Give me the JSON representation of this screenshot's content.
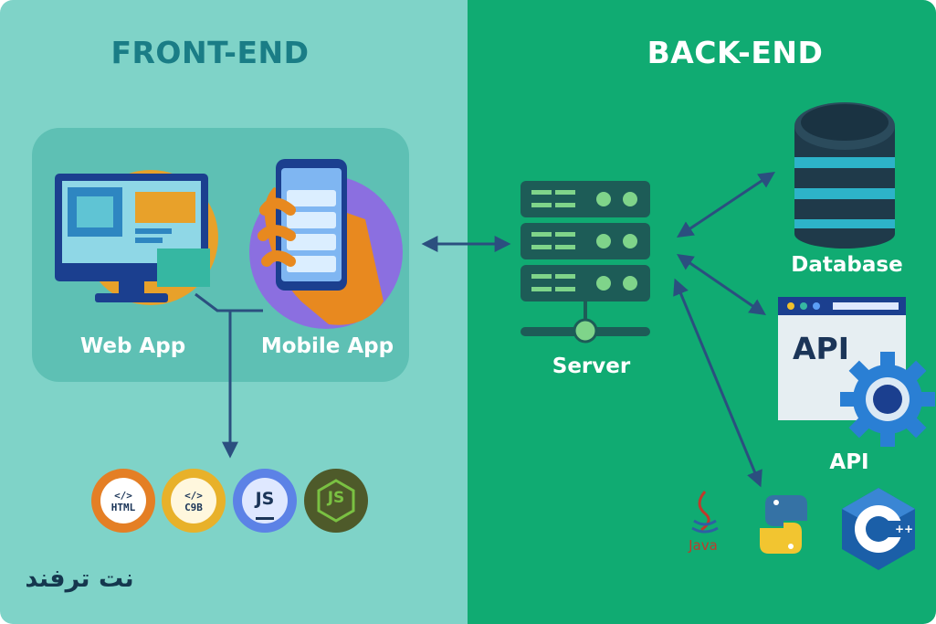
{
  "frontend": {
    "title": "FRONT-END",
    "web_app_label": "Web App",
    "mobile_app_label": "Mobile App",
    "tech_badges": [
      {
        "icon": "html-icon",
        "text": "</>\nHTML"
      },
      {
        "icon": "css-icon",
        "text": "</>\nC9B"
      },
      {
        "icon": "javascript-icon",
        "text": "JS"
      },
      {
        "icon": "nodejs-icon",
        "text": "JS"
      }
    ]
  },
  "backend": {
    "title": "BACK-END",
    "server_label": "Server",
    "database_label": "Database",
    "api_window_text": "API",
    "api_label": "API",
    "languages": [
      {
        "icon": "java-icon",
        "text": "Java"
      },
      {
        "icon": "python-icon"
      },
      {
        "icon": "cpp-icon",
        "text": "C++"
      }
    ]
  },
  "brand": {
    "logo_text": "نت ترفند"
  },
  "colors": {
    "frontend_bg": "#7fd3c8",
    "backend_bg": "#10ab72",
    "frontend_title": "#1a7d86",
    "navy": "#1b3558",
    "server_block": "#1d5c57",
    "database_stripe": "#2db3c9",
    "arrow": "#2b4f7f"
  }
}
